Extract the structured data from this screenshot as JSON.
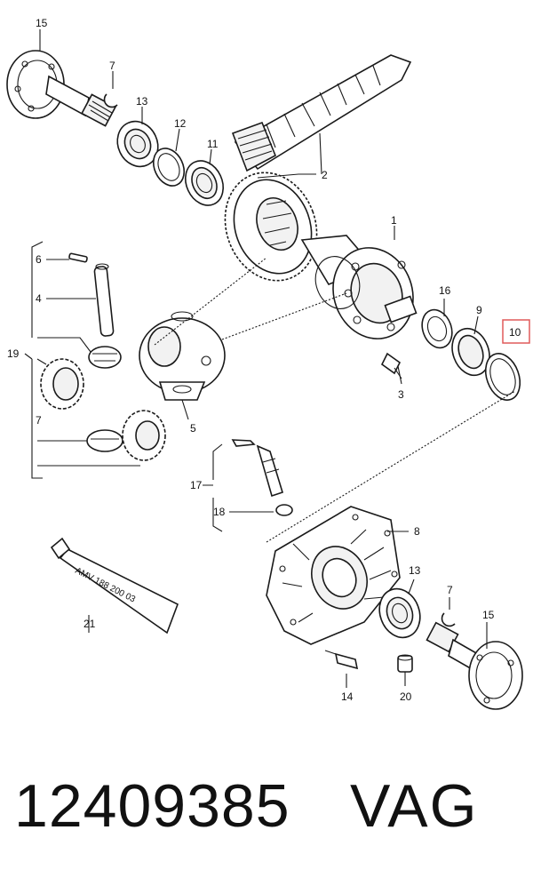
{
  "callouts": {
    "c15_top": "15",
    "c7_top": "7",
    "c13_top": "13",
    "c12": "12",
    "c11": "11",
    "c2": "2",
    "c1": "1",
    "c6": "6",
    "c4": "4",
    "c19": "19",
    "c7_mid": "7",
    "c5": "5",
    "c16": "16",
    "c9": "9",
    "c10": "10",
    "c3": "3",
    "c17": "17",
    "c18": "18",
    "c8": "8",
    "c13_bot": "13",
    "c7_bot": "7",
    "c15_bot": "15",
    "c21": "21",
    "c14": "14",
    "c20": "20"
  },
  "tube_text": "AMV 188 200 03",
  "highlight_color": "#e05a5a",
  "footer": {
    "part_number": "12409385",
    "brand": "VAG"
  }
}
